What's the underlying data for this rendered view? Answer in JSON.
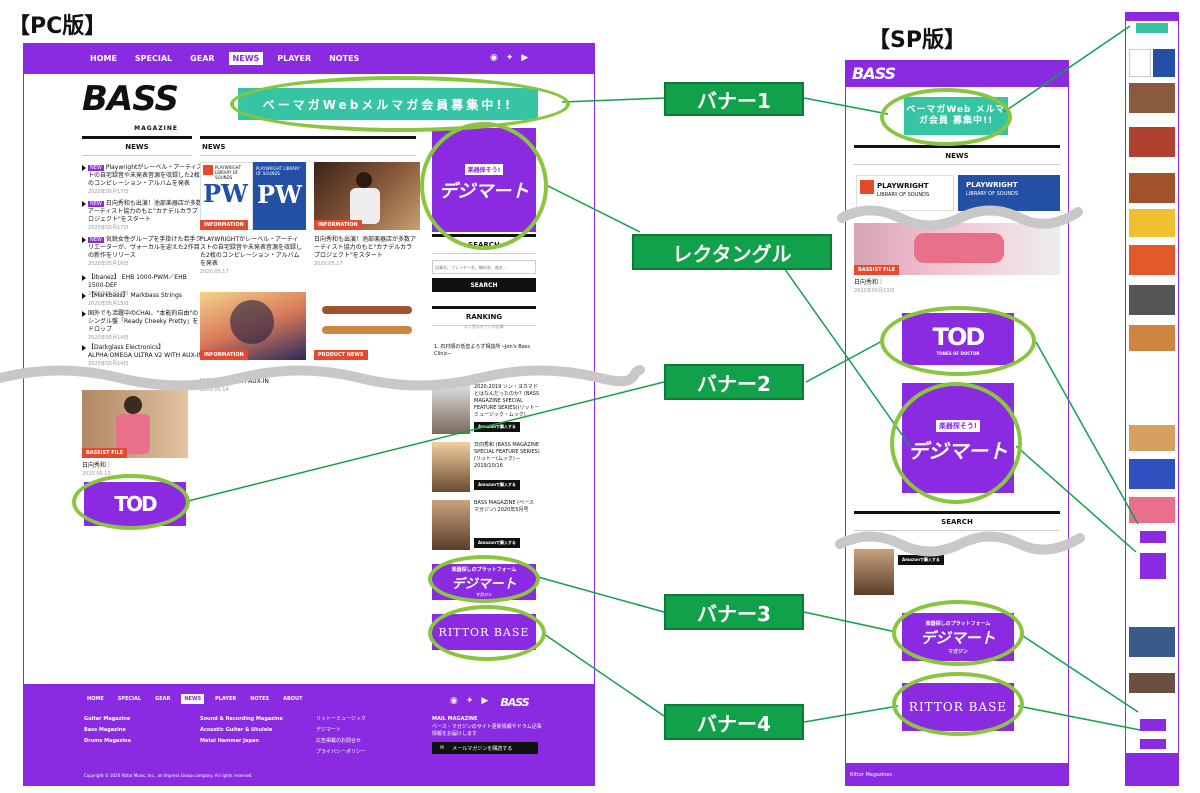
{
  "headings": {
    "pc": "【PC版】",
    "sp": "【SP版】"
  },
  "pc": {
    "nav": [
      "HOME",
      "SPECIAL",
      "GEAR",
      "NEWS",
      "PLAYER",
      "NOTES"
    ],
    "active_nav": "NEWS",
    "logo": "BASS",
    "logo_sub": "MAGAZINE",
    "mail_banner": "ベーマガWebメルマガ会員募集中!!",
    "left_col_title": "NEWS",
    "center_col_title": "NEWS",
    "news_list": [
      {
        "text": "Playwrightがレーベル・アーティストの自宅録音や未発表音源を収録した2枚のコンピレーション・アルバムを発表",
        "date": "2020年05月17日",
        "new": true
      },
      {
        "text": "日向秀和も出演！池部楽器店が多数アーティスト協力のもと\"カナデルカラプロジェクト\"をスタート",
        "date": "2020年05月17日",
        "new": true
      },
      {
        "text": "気鋭女性グループを手掛けた若手クリエーターが、ヴォーカルを迎えた2作目の新作をリリース",
        "date": "2020年05月16日",
        "new": true
      },
      {
        "text": "【Ibanez】 EHB 1000-PWM／EHB 1500-DEF",
        "date": "2020年05月15日",
        "new": false
      },
      {
        "text": "【Markbass】 Markbass Strings",
        "date": "2020年05月15日",
        "new": false
      },
      {
        "text": "国外でも活躍中のCHAI、\"本能的自由\"のシングル盤「Ready Cheeky Pretty」をドロップ",
        "date": "2020年05月14日",
        "new": false
      },
      {
        "text": "【Darkglass Electronics】 ALPHA·OMEGA ULTRA V2 WITH AUX-IN",
        "date": "2020年05月14日",
        "new": false
      }
    ],
    "new_badge": "NEW",
    "cards": [
      {
        "tag": "INFORMATION",
        "title": "PLAYWRIGHTがレーベル・アーティストの自宅録音や未発表音源を収録した2枚のコンピレーション・アルバムを発表",
        "date": "2020.05.17",
        "pw1": "PLAYWRIGHT",
        "pw1b": "LIBRARY OF SOUNDS",
        "pw2": "PLAYWRIGHT",
        "pw2b": "LIBRARY OF SOUNDS"
      },
      {
        "tag": "INFORMATION",
        "title": "日向秀和も出演！池部楽器店が多数アーティスト協力のもと\"カナデルカラプロジェクト\"をスタート",
        "date": "2020.05.17"
      },
      {
        "tag": "INFORMATION",
        "title": "",
        "date": ""
      },
      {
        "tag": "PRODUCT NEWS",
        "title": "",
        "date": ""
      }
    ],
    "bottom_caption1": "ULTRA V2 WITH AUX-IN",
    "bottom_caption1_date": "2020.05.14",
    "bottom_card": {
      "tag": "BASSIST FILE",
      "title": "日向秀和｜",
      "date": "2020.05.13"
    },
    "side_search_title": "SEARCH",
    "search_placeholder": "記事名、プレイヤー名、機材名、曲名...",
    "search_button": "SEARCH",
    "ranking_title": "RANKING",
    "ranking_sub": "よく読まれている記事",
    "ranking_item": "1. 石村順の低音よろず相談所 ─Jon's Bass Clinic─",
    "books": [
      {
        "text": "2020-2019 ソン・ヨカマドとはなんだったのか？(BASS MAGAZINE SPECIAL FEATURE SERIES)(リットーミュージック・ムック)",
        "btn": "Amazonで購入する"
      },
      {
        "text": "日向秀和 (BASS MAGAZINE SPECIAL FEATURE SERIES)(リットー(ムック) ─ 2019/10/16",
        "btn": "Amazonで購入する"
      },
      {
        "text": "BASS MAGAZINE (ベース マガジン) 2020年5月号",
        "btn": "Amazonで購入する"
      }
    ],
    "banner_tod": "TOD",
    "banner_dejimart_sub": "楽器探そう!",
    "banner_dejimart": "デジマート",
    "banner_dejimart2_sub": "楽器探しのプラットフォーム",
    "banner_dejimart2": "デジマート",
    "banner_dejimart2_badge": "マガジン",
    "banner_rittor": "RITTOR BASE",
    "footer": {
      "nav": [
        "HOME",
        "SPECIAL",
        "GEAR",
        "NEWS",
        "PLAYER",
        "NOTES",
        "ABOUT"
      ],
      "active_nav": "NEWS",
      "col1": [
        "Guitar Magazine",
        "Bass Magazine",
        "Drums Magazine"
      ],
      "col2": [
        "Sound & Recording Magazine",
        "Acoustic Guitar & Ukulele",
        "Metal Hammer Japan"
      ],
      "col3": [
        "リットーミュージック",
        "デジマート",
        "広告掲載のお問合せ",
        "プライバシーポリシー"
      ],
      "mail_title": "MAIL MAGAZINE",
      "mail_text": "ベース・マガジンのサイト更新情報やドラム記事情報をお届けします",
      "mail_button": "メールマガジンを購読する",
      "logo": "BASS",
      "copyright": "Copyright © 2020 Rittor Music, Inc., an Impress Group company. All rights reserved."
    }
  },
  "sp": {
    "logo": "BASS",
    "mail_banner": "ベーマガWeb メルマガ会員 募集中!!",
    "news_title": "NEWS",
    "pw1": "PLAYWRIGHT",
    "pw1b": "LIBRARY OF SOUNDS",
    "pw2": "PLAYWRIGHT",
    "pw2b": "LIBRARY OF SOUNDS",
    "bassist_tag": "BASSIST FILE",
    "bassist_title": "日向秀和｜",
    "bassist_date": "2020年05月13日",
    "banner_tod": "TOD",
    "banner_tod_sub": "TONES OF DOCTOR",
    "banner_dejimart_sub": "楽器探そう!",
    "banner_dejimart": "デジマート",
    "search_title": "SEARCH",
    "amazon_button": "Amazonで購入する",
    "banner_dejimart2_sub": "楽器探しのプラットフォーム",
    "banner_dejimart2": "デジマート",
    "banner_dejimart2_badge": "マガジン",
    "banner_rittor": "RITTOR BASE",
    "footer": "Rittor Magazines"
  },
  "labels": {
    "banner1": "バナー1",
    "rect": "レクタングル",
    "banner2": "バナー2",
    "banner3": "バナー3",
    "banner4": "バナー4"
  },
  "colors": {
    "brand": "#8a2be2",
    "mail": "#37c4a5",
    "label": "#10a14a",
    "ellipse": "#8bc53f",
    "tag": "#e64a2e"
  }
}
